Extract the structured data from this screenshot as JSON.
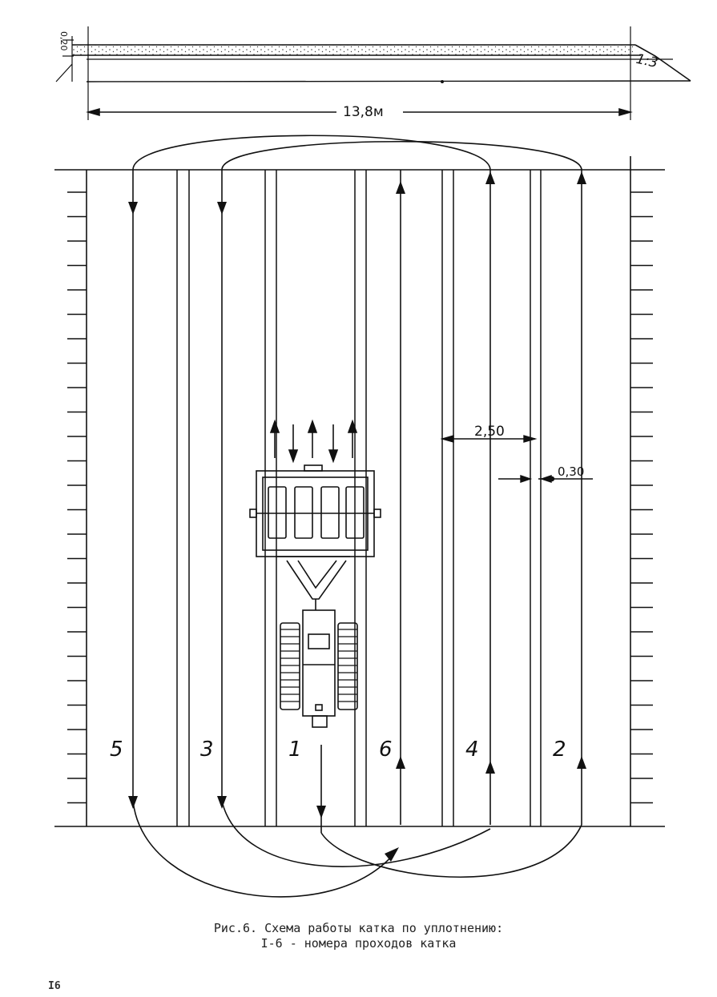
{
  "figure": {
    "section": {
      "slope_label": "1:3",
      "thickness_label": "0,20",
      "width_label": "13,8м"
    },
    "dimensions": {
      "lane_width_label": "2,50",
      "overlap_label": "0,30"
    },
    "pass_labels": [
      "5",
      "3",
      "1",
      "6",
      "4",
      "2"
    ]
  },
  "caption": {
    "line1": "Рис.6. Схема работы катка по уплотнению:",
    "line2": "I-6 - номера проходов катка"
  },
  "page_number": "I6"
}
